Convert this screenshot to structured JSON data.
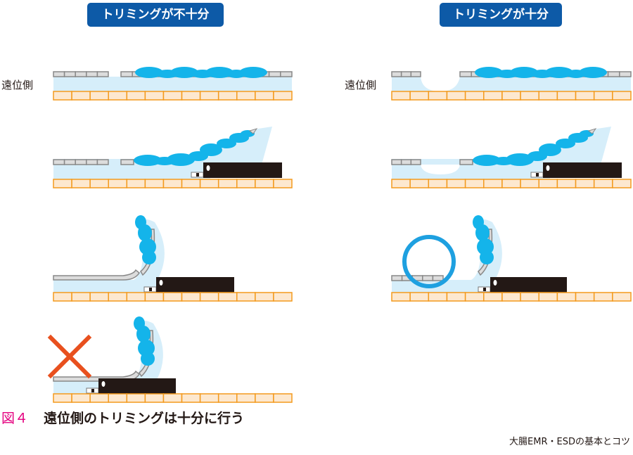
{
  "panels": {
    "insufficient": {
      "title": "トリミングが不十分",
      "side_label": "遠位側"
    },
    "sufficient": {
      "title": "トリミングが十分",
      "side_label": "遠位側"
    }
  },
  "caption": {
    "figure_number": "図４",
    "text": "遠位側のトリミングは十分に行う"
  },
  "source": "大腸EMR・ESDの基本とコツ",
  "colors": {
    "badge": "#0d5aa7",
    "lesion": "#14b4ea",
    "submucosa": "#d6eefa",
    "muscle_fill": "#fde8cf",
    "muscle_stroke": "#f39a1e",
    "mucosa_fill": "#dcdcdc",
    "mucosa_stroke": "#888888",
    "knife": "#231815",
    "wrong_mark": "#e8501e",
    "good_mark": "#1ea0e0"
  },
  "icons": {
    "wrong": "cross-mark-icon",
    "good": "circle-mark-icon"
  }
}
